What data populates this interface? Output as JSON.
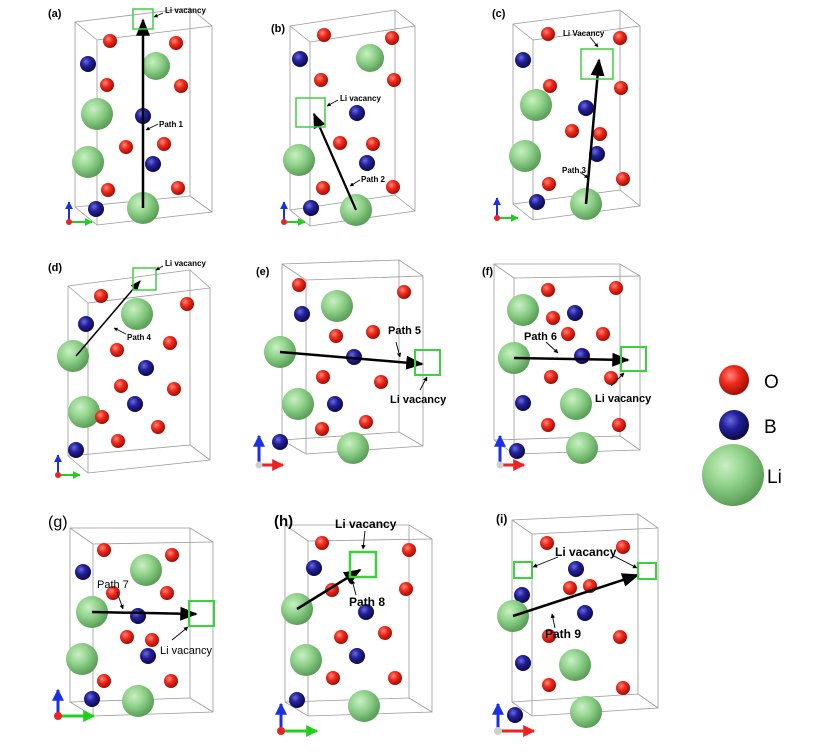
{
  "legend": [
    {
      "symbol": "O-atom-icon",
      "label": "O",
      "color": "#e8241b"
    },
    {
      "symbol": "B-atom-icon",
      "label": "B",
      "color": "#1d1b8c"
    },
    {
      "symbol": "Li-atom-icon",
      "label": "Li",
      "color": "#8fd18a"
    }
  ],
  "panels": [
    {
      "tag": "(a)",
      "path_label": "Path 1",
      "vacancy_label": "Li vacancy"
    },
    {
      "tag": "(b)",
      "path_label": "Path 2",
      "vacancy_label": "Li  vacancy"
    },
    {
      "tag": "(c)",
      "path_label": "Path 3",
      "vacancy_label": "Li Vacancy"
    },
    {
      "tag": "(d)",
      "path_label": "Path 4",
      "vacancy_label": "Li vacancy"
    },
    {
      "tag": "(e)",
      "path_label": "Path 5",
      "vacancy_label": "Li vacancy"
    },
    {
      "tag": "(f)",
      "path_label": "Path 6",
      "vacancy_label": "Li vacancy"
    },
    {
      "tag": "(g)",
      "path_label": "Path 7",
      "vacancy_label": "Li vacancy"
    },
    {
      "tag": "(h)",
      "path_label": "Path 8",
      "vacancy_label": "Li vacancy"
    },
    {
      "tag": "(i)",
      "path_label": "Path 9",
      "vacancy_label": "Li vacancy"
    }
  ]
}
